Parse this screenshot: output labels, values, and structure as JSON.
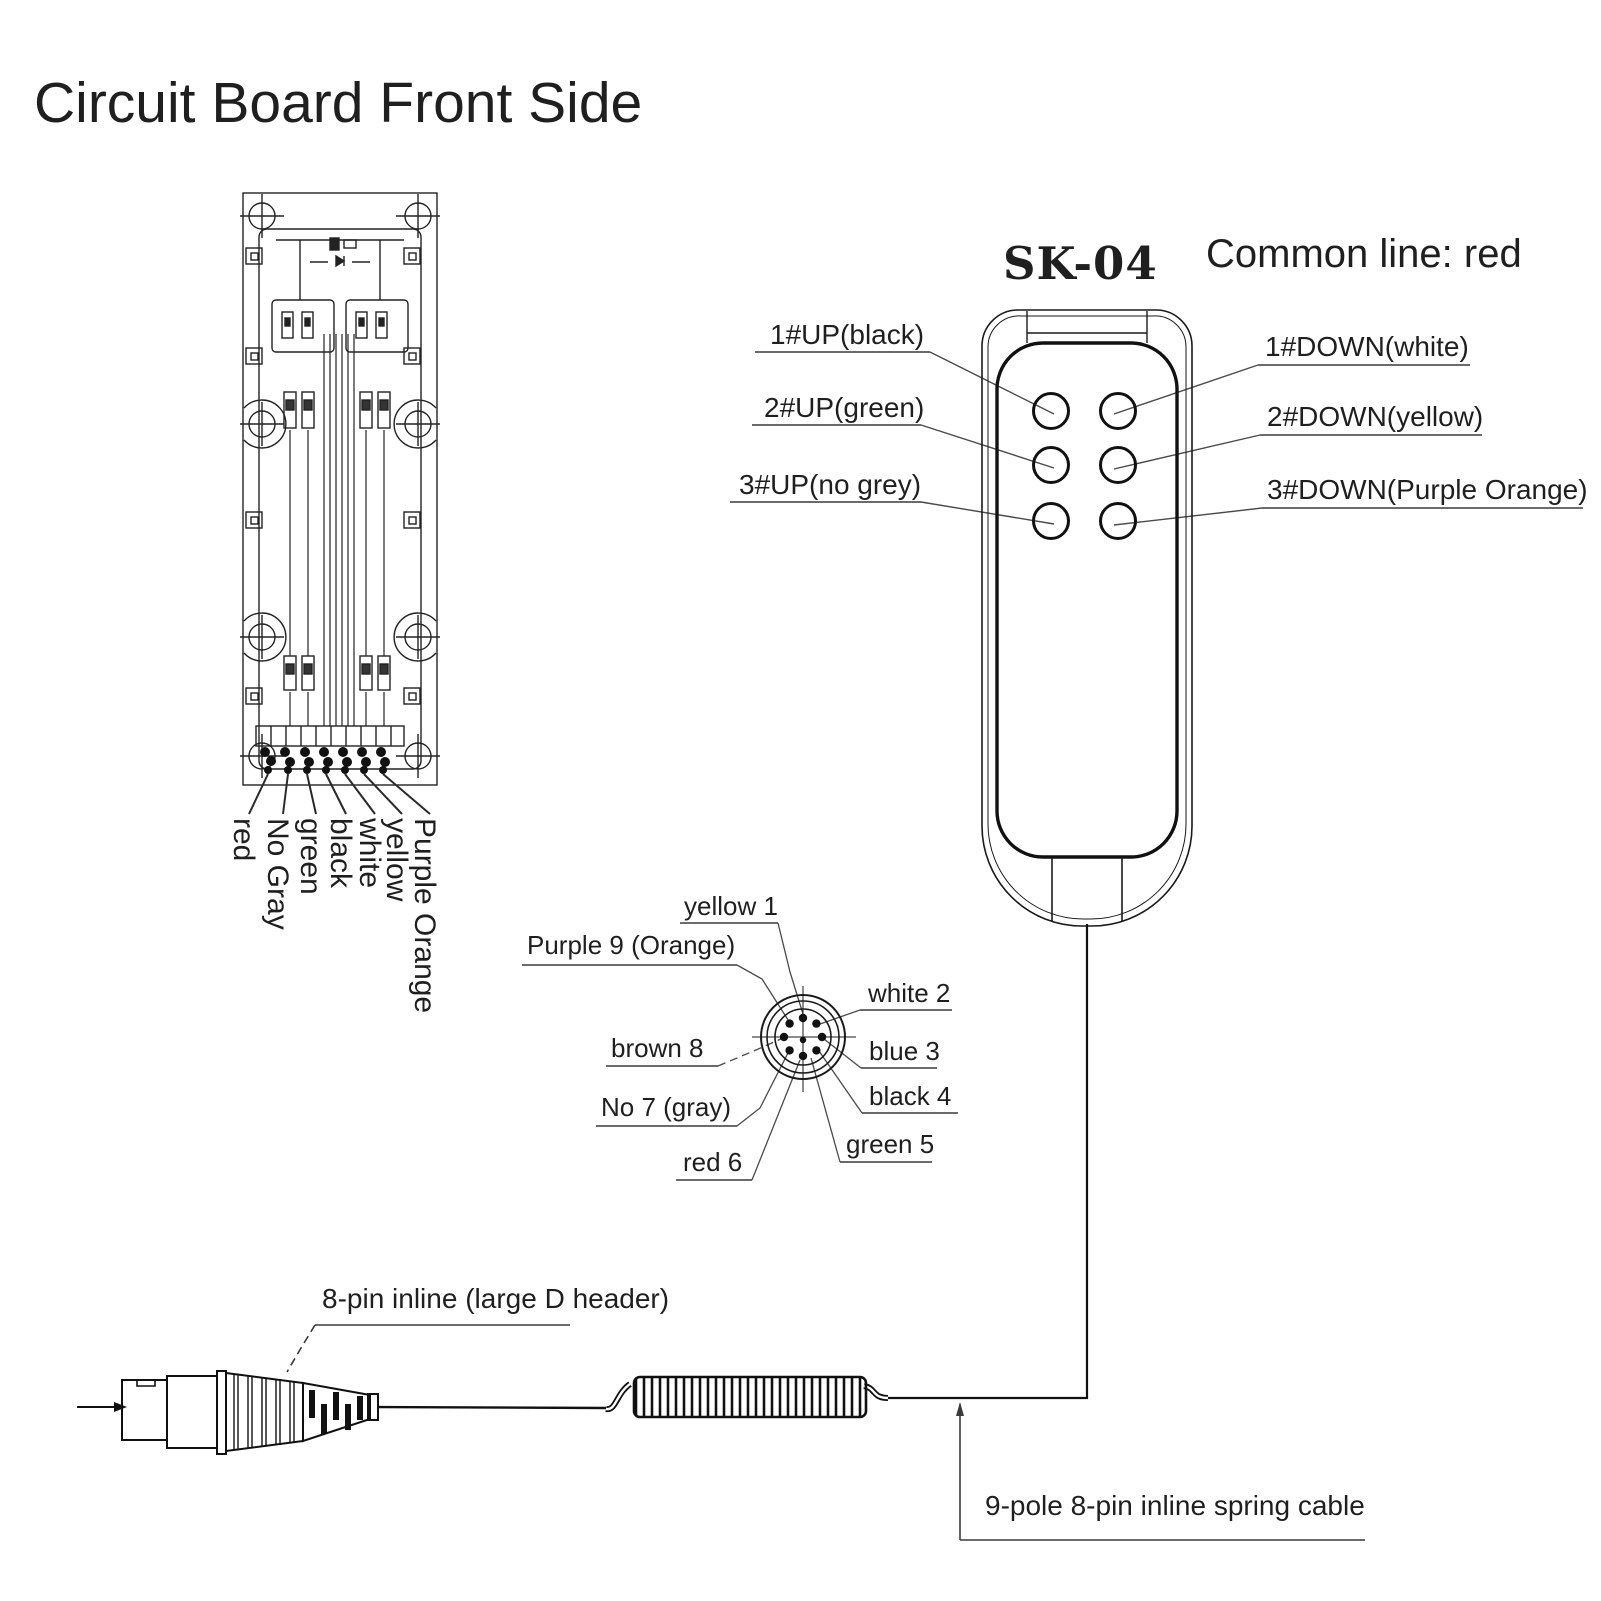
{
  "title": "Circuit Board Front Side",
  "remote": {
    "model": "SK-04",
    "common_line_label": "Common line: red",
    "button_labels": {
      "up1": "1#UP(black)",
      "up2": "2#UP(green)",
      "up3": "3#UP(no grey)",
      "down1": "1#DOWN(white)",
      "down2": "2#DOWN(yellow)",
      "down3": "3#DOWN(Purple Orange)"
    }
  },
  "board": {
    "wire_labels": [
      "red",
      "No Gray",
      "green",
      "black",
      "white",
      "yellow",
      "Purple Orange"
    ]
  },
  "pinout": {
    "labels": {
      "pin1": "yellow 1",
      "pin2": "white 2",
      "pin3": "blue 3",
      "pin4": "black 4",
      "pin5": "green 5",
      "pin6": "red 6",
      "pin7": "No 7 (gray)",
      "pin8": "brown 8",
      "pin9": "Purple 9 (Orange)"
    }
  },
  "cable": {
    "plug_label": "8-pin inline (large D header)",
    "spring_label": "9-pole 8-pin inline spring cable"
  }
}
